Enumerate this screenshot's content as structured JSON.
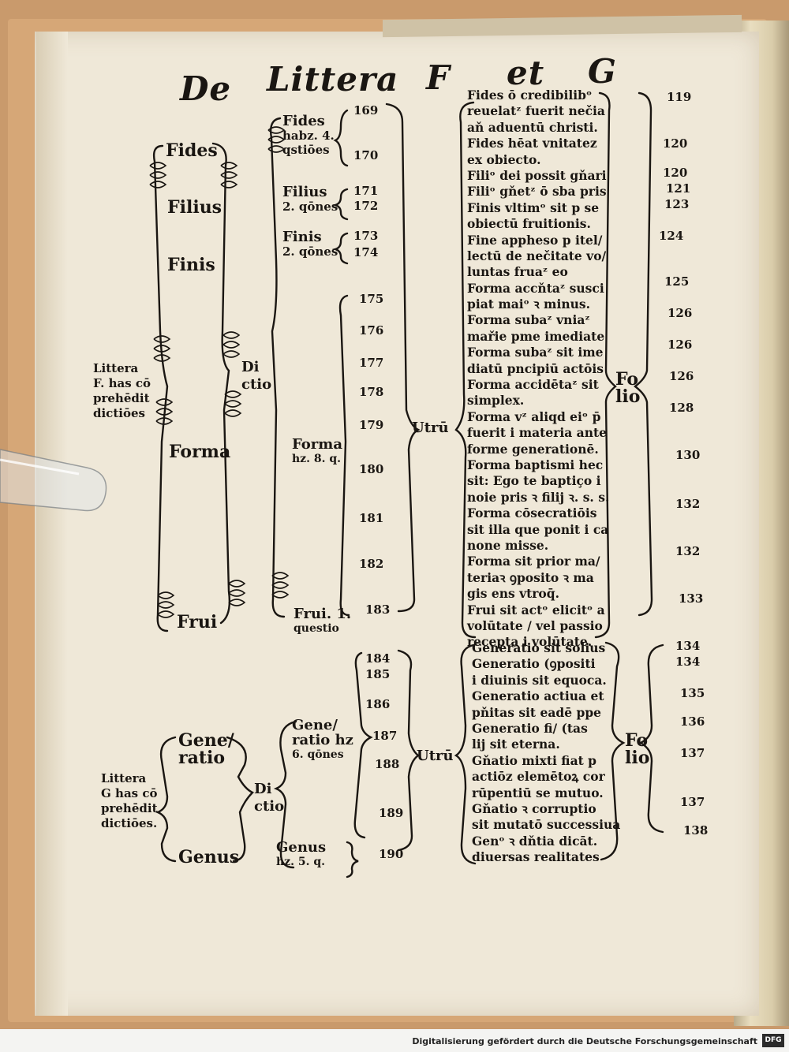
{
  "heading": {
    "word1": "De",
    "word2": "Littera",
    "letter_f": "F",
    "conj": "et",
    "letter_g": "G"
  },
  "section_f": {
    "intro": [
      "Littera",
      "F. has cō",
      "prehēdit",
      "dictiōes"
    ],
    "words": [
      "Fides",
      "Filius",
      "Finis",
      "Forma",
      "Frui"
    ],
    "dictio": [
      "Di",
      "ctio"
    ],
    "groups": [
      {
        "lines": [
          "Fides",
          "habz. 4.",
          "qstiōes"
        ],
        "nums": [
          "169",
          "170"
        ]
      },
      {
        "lines": [
          "Filius",
          "2. qōnes"
        ],
        "nums": [
          "171",
          "172"
        ]
      },
      {
        "lines": [
          "Finis",
          "2. qōnes"
        ],
        "nums": [
          "173",
          "174"
        ]
      },
      {
        "lines": [
          "Forma",
          "hz. 8. q."
        ],
        "nums": [
          "175",
          "176",
          "177",
          "178",
          "179",
          "180",
          "181",
          "182"
        ]
      },
      {
        "lines": [
          "Frui. 1.",
          "questio"
        ],
        "nums": [
          "183"
        ]
      }
    ],
    "utrum": "Utrū",
    "questions": [
      "Fides ō credibilibᵒ",
      "reuelatᶻ fuerit nečia",
      "aň aduentū christi.",
      "Fides hēat vnitatez",
      "ex obiecto.",
      "Filiᵒ dei possit gňari",
      "Filiᵒ gňetᶻ ō sba pris",
      "Finis vltimᵒ sit p se",
      "obiectū fruitionis.",
      "Fine appheso p itel/",
      "lectū de nečitate vo/",
      "luntas fruaᶻ eo",
      "Forma accňtaᶻ susci",
      "piat maiᵒ ꝛ minus.",
      "Forma subaᶻ vniaᶻ",
      "mařie pme imediate",
      "Forma subaᶻ sit ime",
      "diatū pncipiū actōis",
      "Forma accidētaᶻ sit",
      "simplex.",
      "Forma vᶻ aliqd eiᵒ p̄",
      "fuerit i materia ante",
      "forme generationē.",
      "Forma baptismi hec",
      "sit: Ego te baptiço i",
      "noie pris ꝛ filij ꝛ. s. s.",
      "Forma cōsecratiōis",
      "sit illa que ponit i ca",
      "none misse.",
      "Forma sit prior ma/",
      "teriaꝛ ꝯposito ꝛ ma",
      "gis ens vtroq̄.",
      "Frui sit actᵒ elicitᵒ a",
      "volūtate / vel passio",
      "recepta i volūtate."
    ],
    "folio": [
      "Fo",
      "lio"
    ],
    "folio_nums": [
      "119",
      "120",
      "120",
      "121",
      "123",
      "124",
      "125",
      "126",
      "126",
      "126",
      "128",
      "130",
      "132",
      "132",
      "133"
    ]
  },
  "section_g": {
    "intro": [
      "Littera",
      "G has cō",
      "prehēdit",
      "dictiōes."
    ],
    "words": [
      "Gene/",
      "ratio",
      "Genus"
    ],
    "dictio": [
      "Di",
      "ctio"
    ],
    "groups": [
      {
        "lines": [
          "Gene/",
          "ratio hz",
          "6. qōnes"
        ],
        "nums": [
          "184",
          "185",
          "186",
          "187",
          "188",
          "189"
        ]
      },
      {
        "lines": [
          "Genus",
          "hz. 5. q."
        ],
        "nums": [
          "190"
        ]
      }
    ],
    "utrum": "Utrū",
    "questions": [
      "Generatio sit solius",
      "Generatio (ꝯpositi",
      "i diuinis sit equoca.",
      "Generatio actiua et",
      "pňitas sit eadē ppe",
      "Generatio fi/ (tas",
      "lij sit eterna.",
      "Gňatio mixti fiat p",
      "actiōz elemētoꝝ cor",
      "rūpentiū se mutuo.",
      "Gňatio ꝛ corruptio",
      "sit mutatō successiua",
      "Genᵒ ꝛ dňtia dicāt.",
      "diuersas realitates"
    ],
    "folio": [
      "Fo",
      "lio"
    ],
    "folio_nums": [
      "134",
      "134",
      "135",
      "136",
      "137",
      "137",
      "138"
    ]
  },
  "footer": {
    "credit": "Digitalisierung gefördert durch die Deutsche Forschungsgemeinschaft",
    "logo": "DFG"
  }
}
